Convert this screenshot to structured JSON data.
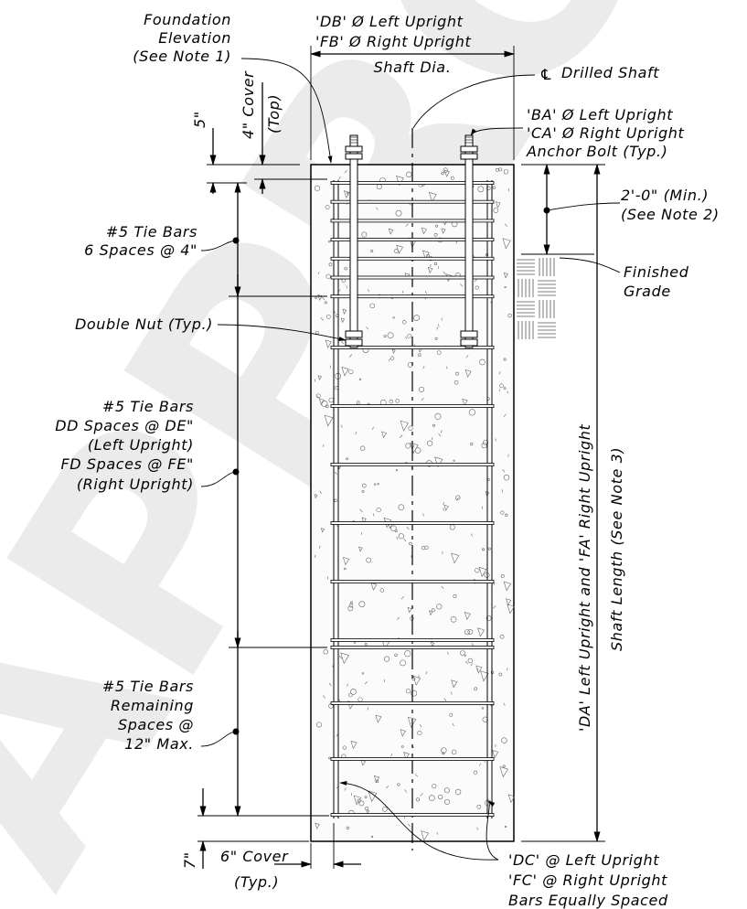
{
  "watermark": "APPROVED DRAFT",
  "labels": {
    "foundation_1": "Foundation",
    "foundation_2": "Elevation",
    "foundation_3": "(See Note 1)",
    "dia_1": "'DB' Ø Left Upright",
    "dia_2": "'FB' Ø Right Upright",
    "shaft_dia": "Shaft Dia.",
    "centerline": "Drilled Shaft",
    "cl_symbol": "℄",
    "bolt_1": "'BA' Ø Left Upright",
    "bolt_2": "'CA' Ø Right Upright",
    "bolt_3": "Anchor Bolt (Typ.)",
    "five_in": "5\"",
    "cover_top_1": "4\" Cover",
    "cover_top_2": "(Top)",
    "min_1": "2'-0\" (Min.)",
    "min_2": "(See Note 2)",
    "tie1_1": "#5 Tie Bars",
    "tie1_2": "6 Spaces @ 4\"",
    "grade_1": "Finished",
    "grade_2": "Grade",
    "double_nut": "Double Nut (Typ.)",
    "tie2_1": "#5 Tie Bars",
    "tie2_2": "DD Spaces @ DE\"",
    "tie2_3": "(Left Upright)",
    "tie2_4": "FD Spaces @ FE\"",
    "tie2_5": "(Right Upright)",
    "length_1": "'DA' Left Upright and 'FA' Right Upright",
    "length_2": "Shaft Length (See Note 3)",
    "tie3_1": "#5 Tie Bars",
    "tie3_2": "Remaining",
    "tie3_3": "Spaces @",
    "tie3_4": "12\" Max.",
    "seven_in": "7\"",
    "cover_side_1": "6\" Cover",
    "cover_side_2": "(Typ.)",
    "bars_1": "'DC' @ Left Upright",
    "bars_2": "'FC' @ Right Upright",
    "bars_3": "Bars Equally Spaced"
  }
}
